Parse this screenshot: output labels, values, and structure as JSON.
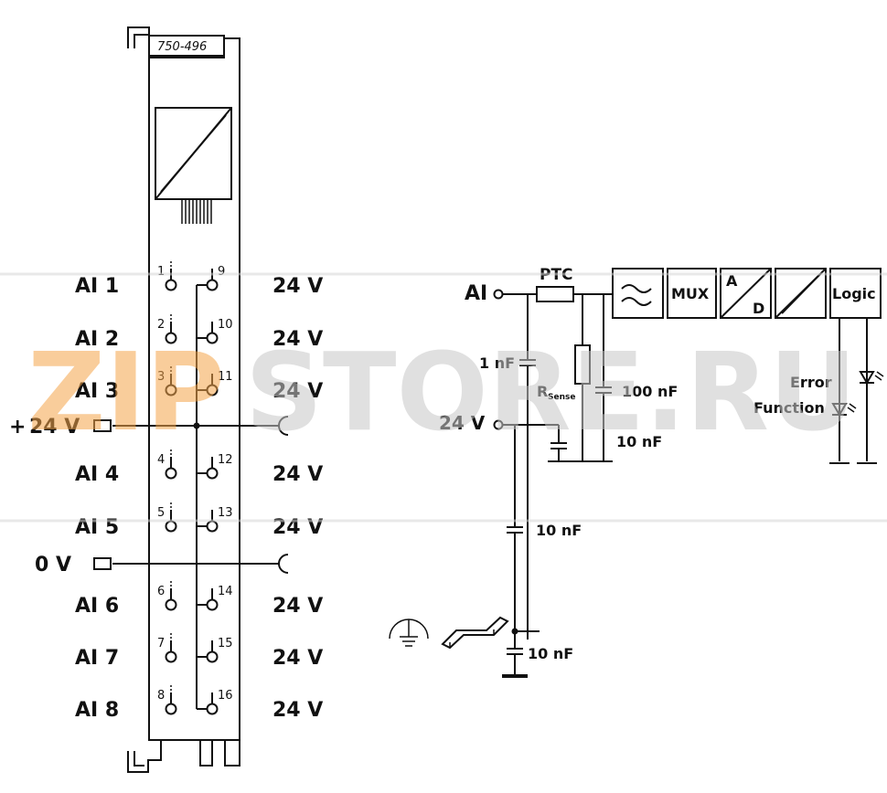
{
  "module": {
    "part_number": "750-496"
  },
  "terminals": {
    "left": [
      {
        "label": "AI 1",
        "num": "1"
      },
      {
        "label": "AI 2",
        "num": "2"
      },
      {
        "label": "AI 3",
        "num": "3"
      },
      {
        "label": "AI 4",
        "num": "4"
      },
      {
        "label": "AI 5",
        "num": "5"
      },
      {
        "label": "AI 6",
        "num": "6"
      },
      {
        "label": "AI 7",
        "num": "7"
      },
      {
        "label": "AI 8",
        "num": "8"
      }
    ],
    "right": [
      {
        "label": "24 V",
        "num": "9"
      },
      {
        "label": "24 V",
        "num": "10"
      },
      {
        "label": "24 V",
        "num": "11"
      },
      {
        "label": "24 V",
        "num": "12"
      },
      {
        "label": "24 V",
        "num": "13"
      },
      {
        "label": "24 V",
        "num": "14"
      },
      {
        "label": "24 V",
        "num": "15"
      },
      {
        "label": "24 V",
        "num": "16"
      }
    ]
  },
  "supply": {
    "plus_sign": "+",
    "plus_24v": "24 V",
    "zero_v": "0 V"
  },
  "circuit": {
    "input_label": "AI",
    "ptc_label": "PTC",
    "cap_1nf": "1 nF",
    "rsense_main": "R",
    "rsense_sub": "Sense",
    "cap_100nf": "100 nF",
    "v24_label": "24 V",
    "cap_10nf_a": "10 nF",
    "cap_10nf_b": "10 nF",
    "cap_10nf_c": "10 nF",
    "blocks": {
      "mux": "MUX",
      "adc_top": "A",
      "adc_bottom": "D",
      "logic": "Logic"
    },
    "error_line1": "Error",
    "error_line2": "Function"
  },
  "watermark": {
    "part1": "ZIP",
    "part2": "STORE.RU"
  },
  "colors": {
    "line": "#111111",
    "watermark_orange": "#f5a54a",
    "watermark_gray": "#c8c8c8"
  }
}
